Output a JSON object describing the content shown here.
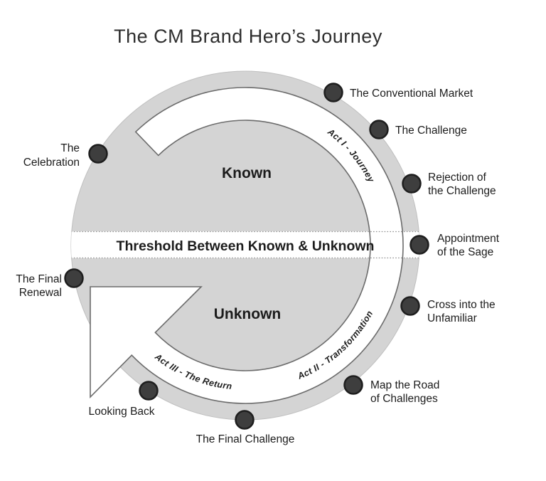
{
  "title": "The CM Brand Hero’s Journey",
  "colors": {
    "circle_fill": "#d4d4d4",
    "circle_edge": "#bfbfbf",
    "ring_fill": "#ffffff",
    "ring_stroke": "#6b6b6b",
    "node_fill": "#3e3e3e",
    "node_stroke": "#1e1e1e",
    "dash_stroke": "#8f8f8f",
    "text_color": "#1c1c1c"
  },
  "diagram": {
    "upper_zone_label": "Known",
    "lower_zone_label": "Unknown",
    "threshold_label": "Threshold Between Known & Unknown",
    "acts": [
      {
        "label": "Act I - Journey"
      },
      {
        "label": "Act II - Transformation"
      },
      {
        "label": "Act III - The Return"
      }
    ],
    "stations": [
      {
        "lines": [
          "The Conventional Market"
        ]
      },
      {
        "lines": [
          "The Challenge"
        ]
      },
      {
        "lines": [
          "Rejection of",
          "the Challenge"
        ]
      },
      {
        "lines": [
          "Appointment",
          "of the Sage"
        ]
      },
      {
        "lines": [
          "Cross into the",
          "Unfamiliar"
        ]
      },
      {
        "lines": [
          "Map the Road",
          "of Challenges"
        ]
      },
      {
        "lines": [
          "The Final Challenge"
        ]
      },
      {
        "lines": [
          "Looking Back"
        ]
      },
      {
        "lines": [
          "The Final",
          "Renewal"
        ]
      },
      {
        "lines": [
          "The",
          "Celebration"
        ]
      }
    ]
  }
}
